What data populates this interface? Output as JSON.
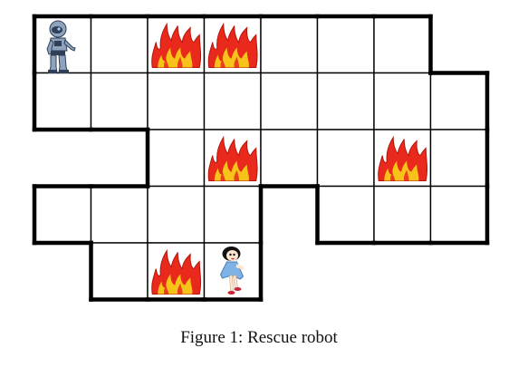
{
  "grid": {
    "rows": 5,
    "cols": 8,
    "cells": [
      [
        1,
        1,
        1,
        1,
        1,
        1,
        1,
        0
      ],
      [
        1,
        1,
        1,
        1,
        1,
        1,
        1,
        1
      ],
      [
        0,
        0,
        1,
        1,
        1,
        1,
        1,
        1
      ],
      [
        1,
        1,
        1,
        1,
        0,
        1,
        1,
        1
      ],
      [
        0,
        1,
        1,
        1,
        0,
        0,
        0,
        0
      ]
    ],
    "line_color": "#000000"
  },
  "robot": {
    "icon": "robot-icon",
    "row": 0,
    "col": 0
  },
  "victim": {
    "icon": "girl-victim-icon",
    "row": 4,
    "col": 3
  },
  "fires": [
    {
      "row": 0,
      "col": 2
    },
    {
      "row": 0,
      "col": 3
    },
    {
      "row": 2,
      "col": 3
    },
    {
      "row": 2,
      "col": 6
    },
    {
      "row": 4,
      "col": 2
    }
  ],
  "colors": {
    "fire_outer": "#e8291c",
    "fire_inner": "#f7c21a",
    "robot_body": "#8fa3bd",
    "robot_dark": "#2f3f58",
    "victim_dress": "#7fb3e6",
    "victim_hair": "#111111"
  },
  "caption": "Figure 1: Rescue robot"
}
